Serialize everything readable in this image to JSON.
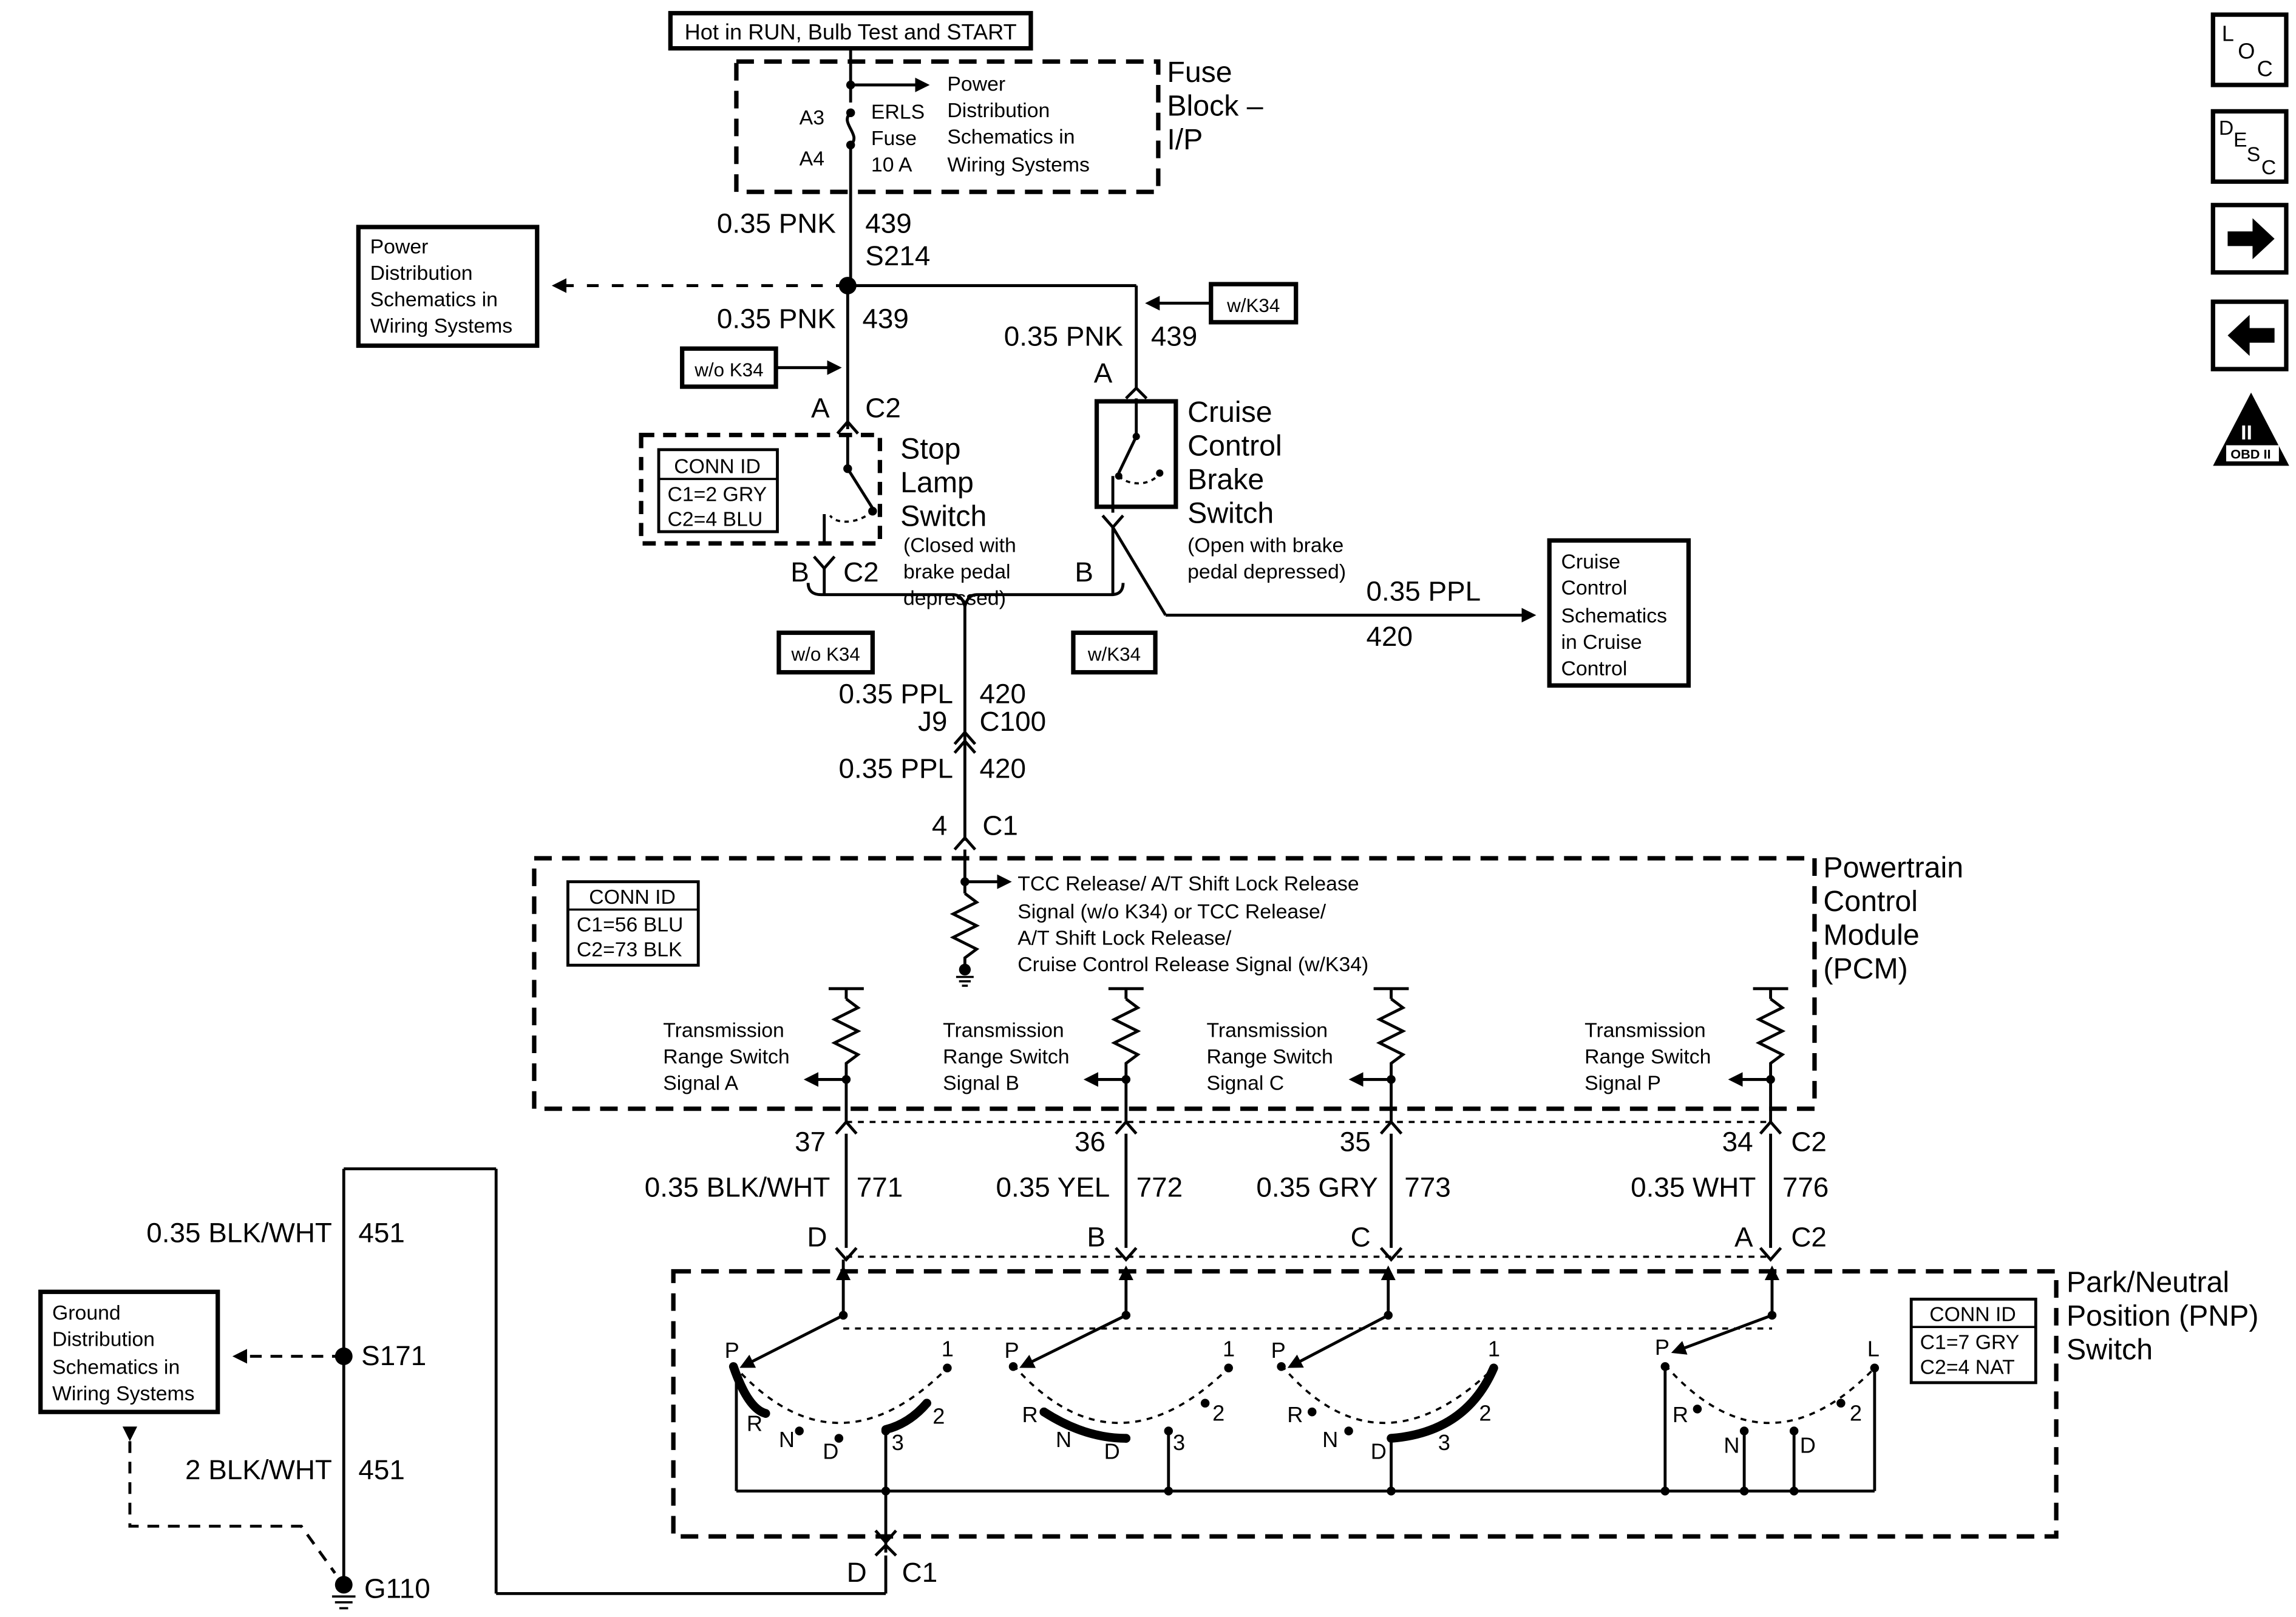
{
  "nav": {
    "loc_label": "LOC",
    "desc_label": "DESC",
    "obd_label": "OBD II"
  },
  "fuse_block": {
    "hot_label": "Hot in RUN, Bulb Test and START",
    "title": [
      "Fuse",
      "Block –",
      "I/P"
    ],
    "pin_a3": "A3",
    "pin_a4": "A4",
    "fuse_label": [
      "ERLS",
      "Fuse",
      "10 A"
    ],
    "ref": [
      "Power",
      "Distribution",
      "Schematics in",
      "Wiring Systems"
    ]
  },
  "left_power_ref": [
    "Power",
    "Distribution",
    "Schematics in",
    "Wiring Systems"
  ],
  "wires": {
    "w439_gauge": "0.35 PNK",
    "w439_circuit": "439",
    "splice_s214": "S214",
    "wo_k34": "w/o K34",
    "w_k34": "w/K34",
    "w420_gauge": "0.35 PPL",
    "w420_circuit": "420",
    "conn_j9": "J9",
    "conn_c100": "C100",
    "pin_4": "4",
    "conn_c1": "C1"
  },
  "stop_lamp": {
    "title": [
      "Stop",
      "Lamp",
      "Switch"
    ],
    "note": [
      "(Closed with",
      "brake pedal",
      "depressed)"
    ],
    "conn_id": [
      "CONN ID",
      "C1=2 GRY",
      "C2=4 BLU"
    ],
    "pin_a": "A",
    "pin_b": "B",
    "conn": "C2"
  },
  "cruise_brake": {
    "title": [
      "Cruise",
      "Control",
      "Brake",
      "Switch"
    ],
    "note": [
      "(Open with brake",
      "pedal depressed)"
    ],
    "pin_a": "A",
    "pin_b": "B"
  },
  "cruise_ref": [
    "Cruise",
    "Control",
    "Schematics",
    "in Cruise",
    "Control"
  ],
  "pcm": {
    "title": [
      "Powertrain",
      "Control",
      "Module",
      "(PCM)"
    ],
    "conn_id": [
      "CONN ID",
      "C1=56 BLU",
      "C2=73 BLK"
    ],
    "tcc_signal": [
      "TCC Release/ A/T Shift Lock Release",
      "Signal (w/o K34) or TCC Release/",
      "A/T Shift Lock Release/",
      "Cruise Control Release Signal (w/K34)"
    ],
    "signals": [
      [
        "Transmission",
        "Range Switch",
        "Signal A"
      ],
      [
        "Transmission",
        "Range Switch",
        "Signal B"
      ],
      [
        "Transmission",
        "Range Switch",
        "Signal C"
      ],
      [
        "Transmission",
        "Range Switch",
        "Signal P"
      ]
    ]
  },
  "range_wires": {
    "conn_c2": "C2",
    "items": [
      {
        "pcm_pin": "37",
        "gauge": "0.35 BLK/WHT",
        "circuit": "771",
        "pnp_pin": "D"
      },
      {
        "pcm_pin": "36",
        "gauge": "0.35 YEL",
        "circuit": "772",
        "pnp_pin": "B"
      },
      {
        "pcm_pin": "35",
        "gauge": "0.35 GRY",
        "circuit": "773",
        "pnp_pin": "C"
      },
      {
        "pcm_pin": "34",
        "gauge": "0.35 WHT",
        "circuit": "776",
        "pnp_pin": "A"
      }
    ]
  },
  "pnp": {
    "title": [
      "Park/Neutral",
      "Position (PNP)",
      "Switch"
    ],
    "conn_id": [
      "CONN ID",
      "C1=7 GRY",
      "C2=4 NAT"
    ],
    "positions_a": [
      "P",
      "R",
      "N",
      "D",
      "3",
      "2",
      "1"
    ],
    "positions_b": [
      "P",
      "R",
      "N",
      "D",
      "3",
      "2",
      "1"
    ],
    "positions_c": [
      "P",
      "R",
      "N",
      "D",
      "3",
      "2",
      "1"
    ],
    "positions_p": [
      "P",
      "R",
      "N",
      "D",
      "2",
      "L"
    ],
    "ground_pin": "D",
    "ground_conn": "C1"
  },
  "ground": {
    "gauge_1": "0.35 BLK/WHT",
    "circuit_1": "451",
    "splice": "S171",
    "gauge_2": "2 BLK/WHT",
    "circuit_2": "451",
    "ground_id": "G110",
    "ref": [
      "Ground",
      "Distribution",
      "Schematics in",
      "Wiring Systems"
    ]
  }
}
